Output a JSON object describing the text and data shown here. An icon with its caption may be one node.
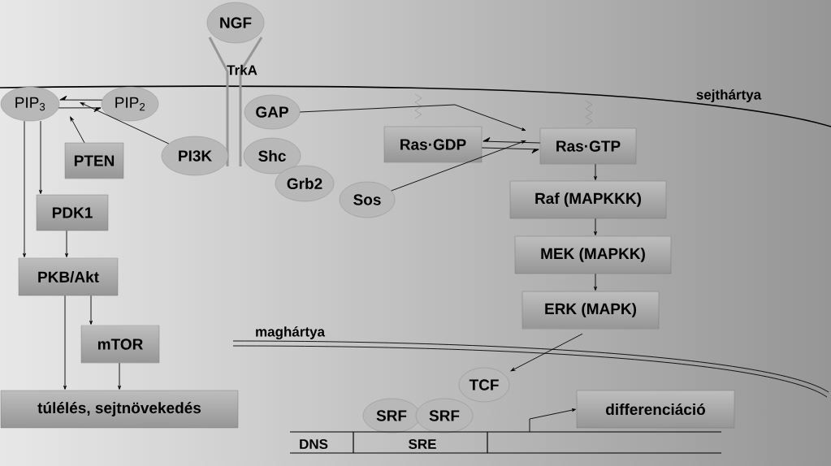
{
  "diagram": {
    "nodes": [
      {
        "text": [
          "NGF"
        ]
      },
      {
        "text": [
          "PIP$_{3}$"
        ]
      },
      {
        "text": [
          "PIP$_{2}$"
        ]
      },
      {
        "text": [
          "GAP"
        ]
      },
      {
        "text": [
          "PTEN"
        ]
      },
      {
        "text": [
          "PI3K"
        ]
      },
      {
        "text": [
          "Shc"
        ]
      },
      {
        "text": [
          "Ras·GDP"
        ]
      },
      {
        "text": [
          "Ras·GTP"
        ]
      },
      {
        "text": [
          "Grb2"
        ]
      },
      {
        "text": [
          "Sos"
        ]
      },
      {
        "text": [
          "PDK1"
        ]
      },
      {
        "text": [
          "Raf (MAPKKK)"
        ]
      },
      {
        "text": [
          "MEK (MAPKK)"
        ]
      },
      {
        "text": [
          "PKB/Akt"
        ]
      },
      {
        "text": [
          "ERK (MAPK)"
        ]
      },
      {
        "text": [
          "mTOR"
        ]
      },
      {
        "text": [
          "TCF"
        ]
      },
      {
        "text": [
          "SRF"
        ]
      },
      {
        "text": [
          "SRF"
        ]
      },
      {
        "text": [
          "differenciáció"
        ]
      },
      {
        "text": [
          "túlélés, sejtnövekedés"
        ]
      },
      {
        "text": [
          "DNS",
          "SRE"
        ]
      }
    ],
    "edges": [
      {
        "from": 2,
        "to": 1,
        "arrow": "to"
      },
      {
        "from": 1,
        "to": 2,
        "arrow": "to"
      },
      {
        "from": 5,
        "to": null,
        "arrow": "to"
      },
      {
        "from": 4,
        "to": null,
        "arrow": "to"
      },
      {
        "from": 1,
        "to": 11,
        "arrow": "to"
      },
      {
        "from": 1,
        "to": 14,
        "arrow": "to"
      },
      {
        "from": 11,
        "to": 14,
        "arrow": "to"
      },
      {
        "from": 14,
        "to": 16,
        "arrow": "to"
      },
      {
        "from": 14,
        "to": 21,
        "arrow": "to"
      },
      {
        "from": 16,
        "to": 21,
        "arrow": "to"
      },
      {
        "from": 3,
        "to": null,
        "arrow": "to"
      },
      {
        "from": 10,
        "to": null,
        "arrow": "to"
      },
      {
        "from": 8,
        "to": 7,
        "arrow": "to"
      },
      {
        "from": 7,
        "to": 8,
        "arrow": "to"
      },
      {
        "from": 8,
        "to": 12,
        "arrow": "to"
      },
      {
        "from": 12,
        "to": 13,
        "arrow": "to"
      },
      {
        "from": 13,
        "to": 15,
        "arrow": "to"
      },
      {
        "from": 15,
        "to": 17,
        "arrow": "to"
      },
      {
        "from": 22,
        "to": 20,
        "arrow": "to"
      }
    ],
    "labels": [
      "TrkA",
      "sejthártya",
      "maghártya"
    ]
  }
}
